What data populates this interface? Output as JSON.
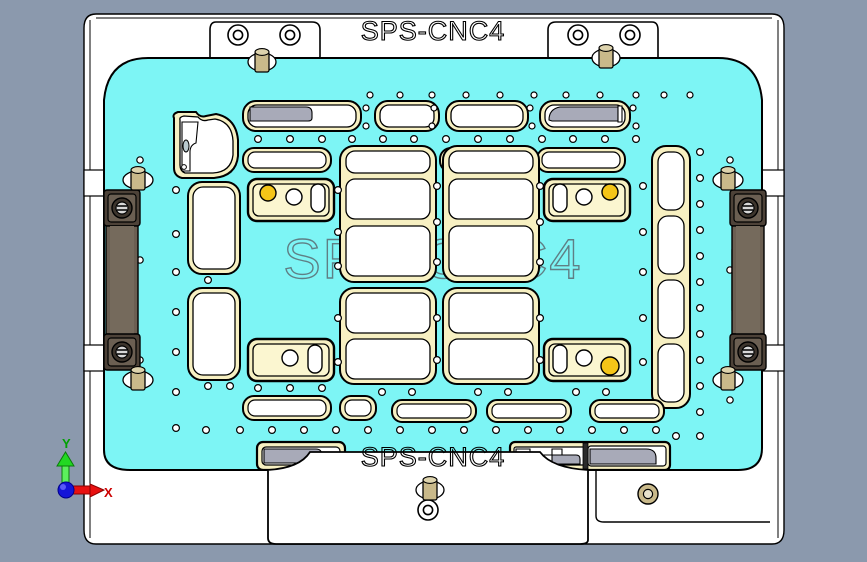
{
  "viewport": {
    "background_color": "#8b99ad",
    "name": "cad-3d-viewport"
  },
  "model": {
    "title_top": "SPS-CNC4",
    "title_bottom": "SPS-CNC4",
    "watermark_center": "SPS-CNC4",
    "plate_color": "#7df5f5",
    "pocket_border_color": "#f7f0c2",
    "pocket_face_color": "#ffffff",
    "frame_color": "#ffffff",
    "clamp_color": "#6b5f52",
    "fastener_color": "#c9b98a",
    "gold_hole_color": "#f5c518",
    "shadow_fill_color": "#a8aab8"
  },
  "axis_triad": {
    "name": "coordinate-axis-triad",
    "x_label": "X",
    "y_label": "Y",
    "x_color": "#e00000",
    "y_color": "#00c000",
    "origin_color": "#0000d0"
  },
  "features": {
    "top_tabs": [
      {
        "name": "top-left-mount-tab",
        "holes": 2
      },
      {
        "name": "top-right-mount-tab",
        "holes": 2
      }
    ],
    "bottom_tabs": [
      {
        "name": "bottom-center-mount-tab",
        "holes": 1
      }
    ],
    "side_clamps": [
      {
        "name": "left-clamp-bar"
      },
      {
        "name": "right-clamp-bar"
      }
    ],
    "sensor_pockets": [
      {
        "name": "pocket-upper-left",
        "gold": "left",
        "circle": true,
        "slot": "right"
      },
      {
        "name": "pocket-upper-right",
        "gold": "right",
        "circle": true,
        "slot": "left"
      },
      {
        "name": "pocket-lower-left",
        "gold": "none",
        "circle": true,
        "slot": "right"
      },
      {
        "name": "pocket-lower-right",
        "gold": "right",
        "circle": true,
        "slot": "left"
      }
    ]
  }
}
